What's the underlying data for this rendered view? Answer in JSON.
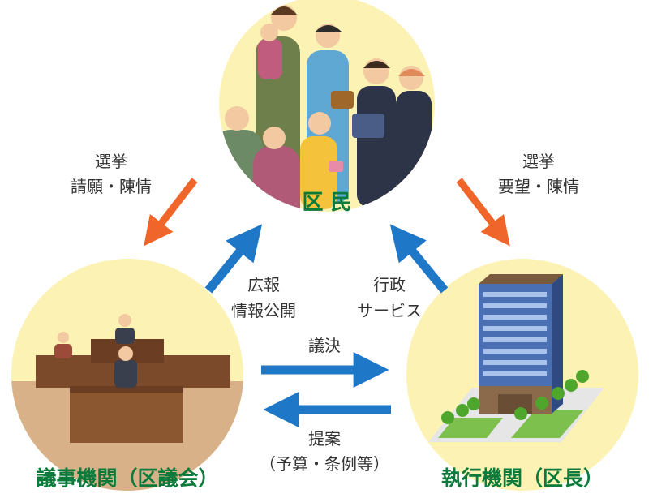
{
  "diagram": {
    "nodes": {
      "residents": "区 民",
      "assembly": "議事機関（区議会）",
      "executive": "執行機関（区長）"
    },
    "flows": {
      "to_assembly": [
        "選挙",
        "請願・陳情"
      ],
      "to_executive": [
        "選挙",
        "要望・陳情"
      ],
      "from_assembly": [
        "広報",
        "情報公開"
      ],
      "from_executive": [
        "行政",
        "サービス"
      ],
      "assembly_to_exec": "議決",
      "exec_to_assembly": [
        "提案",
        "（予算・条例等）"
      ]
    },
    "colors": {
      "circle_fill": "#fbf2b4",
      "node_text": "#0b7a3b",
      "orange_arrow": "#f0652a",
      "blue_arrow": "#1f77c7"
    }
  }
}
